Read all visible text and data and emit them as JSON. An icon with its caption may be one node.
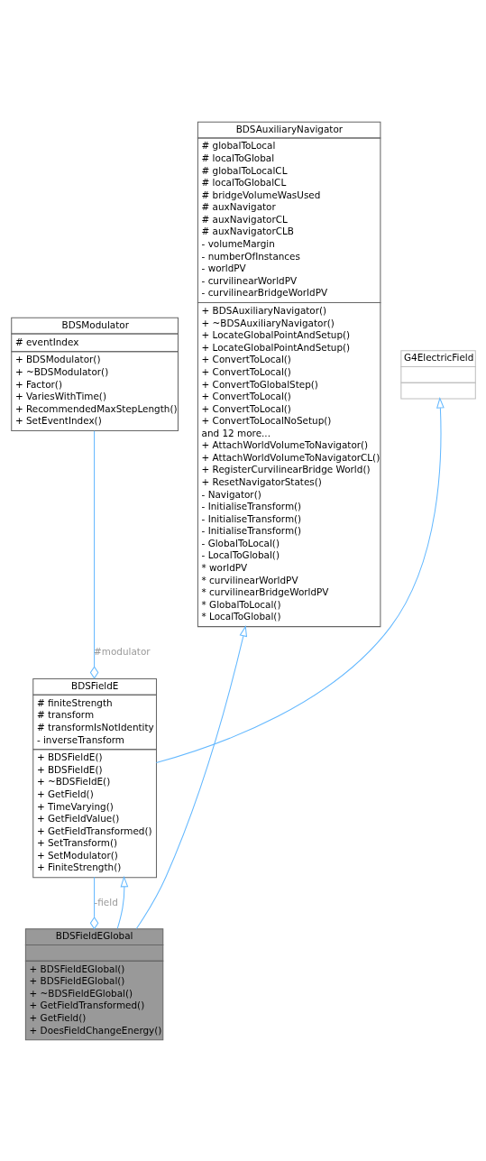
{
  "diagram": {
    "nodes": [
      {
        "text": [
          "BDSModulator",
          "# eventIndex",
          "+ BDSModulator()",
          "+ ~BDSModulator()",
          "+ Factor()",
          "+ VariesWithTime()",
          "+ RecommendedMaxStepLength()",
          "+ SetEventIndex()"
        ]
      },
      {
        "text": [
          "G4ElectricField"
        ]
      },
      {
        "text": [
          "BDSAuxiliaryNavigator",
          "# globalToLocal",
          "# localToGlobal",
          "# globalToLocalCL",
          "# localToGlobalCL",
          "# bridgeVolumeWasUsed",
          "# auxNavigator",
          "# auxNavigatorCL",
          "# auxNavigatorCLB",
          "- volumeMargin",
          "- numberOfInstances",
          "- worldPV",
          "- curvilinearWorldPV",
          "- curvilinearBridgeWorldPV",
          "+ BDSAuxiliaryNavigator()",
          "+ ~BDSAuxiliaryNavigator()",
          "+ LocateGlobalPointAndSetup()",
          "+ LocateGlobalPointAndSetup()",
          "+ ConvertToLocal()",
          "+ ConvertToLocal()",
          "+ ConvertToGlobalStep()",
          "+ ConvertToLocal()",
          "+ ConvertToLocal()",
          "+ ConvertToLocalNoSetup()",
          "and 12 more...",
          "+ AttachWorldVolumeToNavigator()",
          "+ AttachWorldVolumeToNavigatorCL()",
          "+ RegisterCurvilinearBridge World()",
          "+ ResetNavigatorStates()",
          "- Navigator()",
          "- InitialiseTransform()",
          "- InitialiseTransform()",
          "- InitialiseTransform()",
          "- GlobalToLocal()",
          "- LocalToGlobal()",
          "* worldPV",
          "* curvilinearWorldPV",
          "* curvilinearBridgeWorldPV",
          "* GlobalToLocal()",
          "* LocalToGlobal()"
        ]
      },
      {
        "text": [
          "BDSFieldE",
          "# finiteStrength",
          "# transform",
          "# transformIsNotIdentity",
          "- inverseTransform",
          "+ BDSFieldE()",
          "+ BDSFieldE()",
          "+ ~BDSFieldE()",
          "+ GetField()",
          "+ TimeVarying()",
          "+ GetFieldValue()",
          "+ GetFieldTransformed()",
          "+ SetTransform()",
          "+ SetModulator()",
          "+ FiniteStrength()"
        ]
      },
      {
        "text": [
          "BDSFieldEGlobal",
          "+ BDSFieldEGlobal()",
          "+ BDSFieldEGlobal()",
          "+ ~BDSFieldEGlobal()",
          "+ GetFieldTransformed()",
          "+ GetField()",
          "+ DoesFieldChangeEnergy()"
        ]
      }
    ],
    "edges": [
      {
        "from": 3,
        "to": 1,
        "arrow": "to"
      },
      {
        "from": 0,
        "to": 3,
        "arrow": "other",
        "label": "#modulator"
      },
      {
        "from": 4,
        "to": 3,
        "arrow": "to"
      },
      {
        "from": 3,
        "to": 4,
        "arrow": "other",
        "label": "-field"
      },
      {
        "from": 4,
        "to": 2,
        "arrow": "to"
      }
    ]
  }
}
